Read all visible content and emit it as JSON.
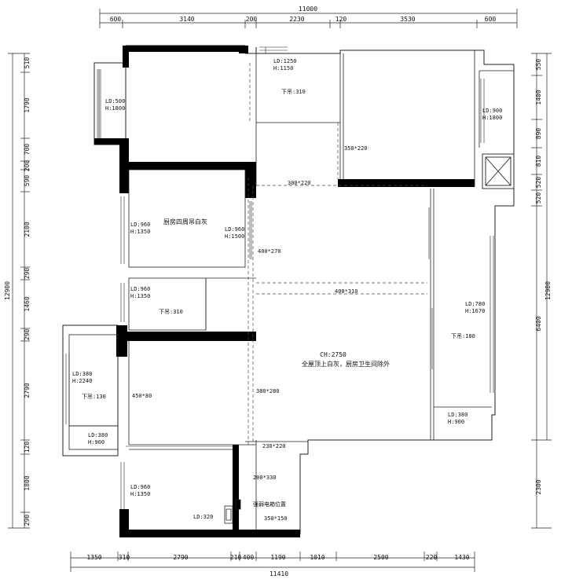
{
  "dimensions": {
    "top_total": "11000",
    "top_segments": [
      "600",
      "3140",
      "200",
      "2230",
      "120",
      "3530",
      "600"
    ],
    "bottom_total": "11410",
    "bottom_segments": [
      "1350",
      "310",
      "2790",
      "210",
      "400",
      "1190",
      "1010",
      "2500",
      "220",
      "1430"
    ],
    "left_total": "12900",
    "left_segments": [
      "510",
      "1790",
      "700",
      "200",
      "590",
      "2100",
      "290",
      "1460",
      "290",
      "2790",
      "120",
      "1800",
      "290"
    ],
    "right_total": "12900",
    "right_segments": [
      "550",
      "1400",
      "890",
      "810",
      "520",
      "520"
    ],
    "right_6400": "6400",
    "right_2300": "2300"
  },
  "labels": {
    "window_top_left_ld": "LD:500",
    "window_top_left_h": "H:1800",
    "window_top_mid_ld": "LD:1250",
    "window_top_mid_h": "H:1150",
    "down_310_top": "下吊:310",
    "window_right_ld": "LD:900",
    "window_right_h": "H:1800",
    "beam_350_220": "350*220",
    "beam_300_220": "300*220",
    "mid_room_ld1": "LD:960",
    "mid_room_h1": "H:1350",
    "mid_room_text": "厨房四周吊白灰",
    "mid_room_ld2": "LD:960",
    "mid_room_h2": "H:1500",
    "beam_400_270": "400*270",
    "beam_400_310": "400*310",
    "bath_ld": "LD:960",
    "bath_h": "H:1350",
    "bath_down": "下吊:310",
    "right_ld": "LD:780",
    "right_h": "H:1670",
    "right_down": "下吊:180",
    "ch": "CH:2750",
    "main_text": "全屋顶上白灰，厨房卫生间除外",
    "left_ld": "LD:380",
    "left_h": "H:2240",
    "left_down": "下吊:130",
    "beam_450_80": "450*80",
    "beam_380_280": "380*280",
    "left_small_ld": "LD:380",
    "left_small_h": "H:900",
    "right_small_ld": "LD:380",
    "right_small_h": "H:900",
    "beam_230_220": "230*220",
    "beam_200_330": "200*330",
    "bottom_ld": "LD:960",
    "bottom_h": "H:1350",
    "ld_320": "LD:320",
    "meter_box": "强弱电箱位置",
    "beam_350_150": "350*150"
  }
}
